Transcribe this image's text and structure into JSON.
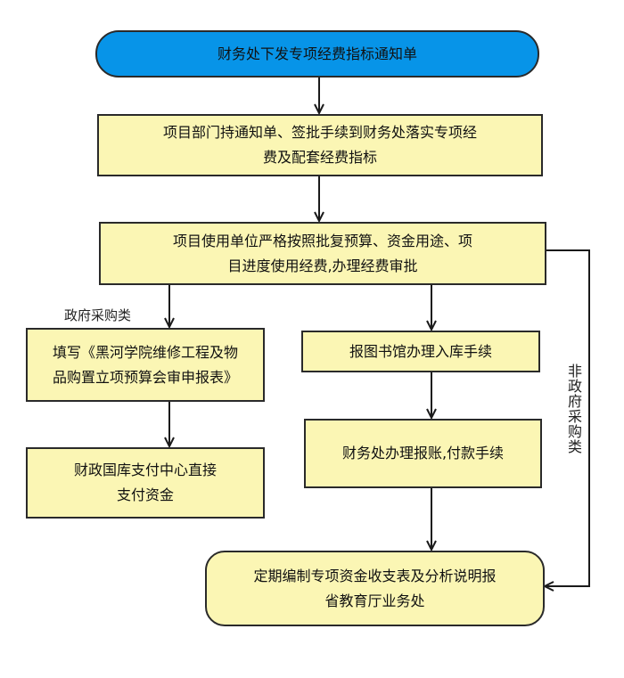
{
  "diagram": {
    "nodes": {
      "start": "财务处下发专项经费指标通知单",
      "step1": "项目部门持通知单、签批手续到财务处落实专项经\n费及配套经费指标",
      "step2": "项目使用单位严格按照批复预算、资金用途、项\n目进度使用经费,办理经费审批",
      "gov_fill": "填写《黑河学院维修工程及物\n品购置立项预算会审申报表》",
      "gov_pay": "财政国库支付中心直接\n支付资金",
      "library": "报图书馆办理入库手续",
      "finance_pay": "财务处办理报账,付款手续",
      "end": "定期编制专项资金收支表及分析说明报\n省教育厅业务处"
    },
    "edge_labels": {
      "gov": "政府采购类",
      "non_gov": "非政府采购类"
    },
    "colors": {
      "start_fill": "#0794e8",
      "box_fill": "#fbf6b4",
      "line": "#1a1a1a"
    }
  }
}
